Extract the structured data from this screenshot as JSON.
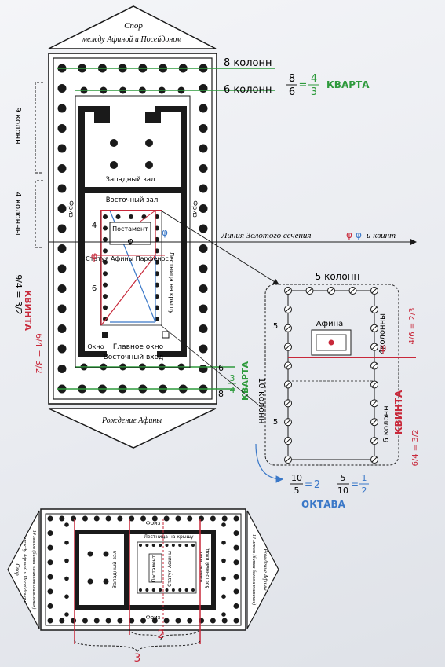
{
  "colors": {
    "ink": "#1a1a1a",
    "red": "#c8283a",
    "green": "#2e9a3c",
    "blue": "#3a78c8",
    "paper": "#eef0f4"
  },
  "top_pediment": {
    "line1": "Спор",
    "line2": "между Афиной и Посейдоном"
  },
  "bottom_pediment": {
    "text": "Рождение Афины"
  },
  "right_labels": {
    "eight_cols": "8 колонн",
    "six_cols": "6 колонн",
    "ratio_num": "8",
    "ratio_den": "6",
    "ratio_eq": "=",
    "ratio_num2": "4",
    "ratio_den2": "3",
    "kvarta": "КВАРТА"
  },
  "left_labels": {
    "nine_cols": "9 колонн",
    "four_cols": "4 колонны",
    "nine_four": "9/4 = 3/2",
    "kvinta": "КВИНТА",
    "six_four": "6/4 = 3/2"
  },
  "plan_labels": {
    "frieze": "Фриз",
    "west_hall": "Западный зал",
    "east_hall": "Восточный зал",
    "pedestal": "Постамент",
    "phi": "φ",
    "statue": "Статуя Афины Парфенос",
    "staircase": "Лестница на крышу",
    "window": "Окно",
    "main_window": "Главное окно",
    "east_entrance": "Восточный вход",
    "num4": "4",
    "num6": "6",
    "num6b": "6",
    "num8": "8",
    "kvarta2": "КВАРТА",
    "frac_34_n": "3",
    "frac_34_d": "4"
  },
  "golden_line": {
    "text": "Линия Золотого сечения",
    "suffix": "и квинт"
  },
  "detail": {
    "five_cols": "5 колонн",
    "athena": "Афина",
    "four_cols": "4колонны",
    "ten_cols": "10 колонн",
    "six_cols": "6 колонн",
    "kvinta": "КВИНТА",
    "n5a": "5",
    "n5b": "5",
    "phi": "φ",
    "frac_4_6": "4/6 = 2/3",
    "frac_6_4": "6/4 = 3/2",
    "f10": "10",
    "f5": "5",
    "f2": "2",
    "f5b": "5",
    "f10b": "10",
    "f1": "1",
    "f2b": "2",
    "eq": "=",
    "oktava": "ОКТАВА"
  },
  "bottom_plan": {
    "left_pediment_1": "Спор",
    "left_pediment_2": "между Афиной и Посейдоном",
    "left_metopes": "14 метоп (битва гигантов и амазонок)",
    "right_pediment": "Рождение Афины",
    "right_metopes": "14 метоп (битва богов и титанов)",
    "frieze_top": "Фриз",
    "frieze_bottom": "Фриз",
    "west_hall": "Западный зал",
    "pedestal": "Постамент",
    "statue": "Статуя Афины",
    "staircase": "Лестница на крышу",
    "main_window": "Главное окно",
    "east_entrance": "Восточный вход",
    "num2": "2",
    "num3": "3"
  }
}
